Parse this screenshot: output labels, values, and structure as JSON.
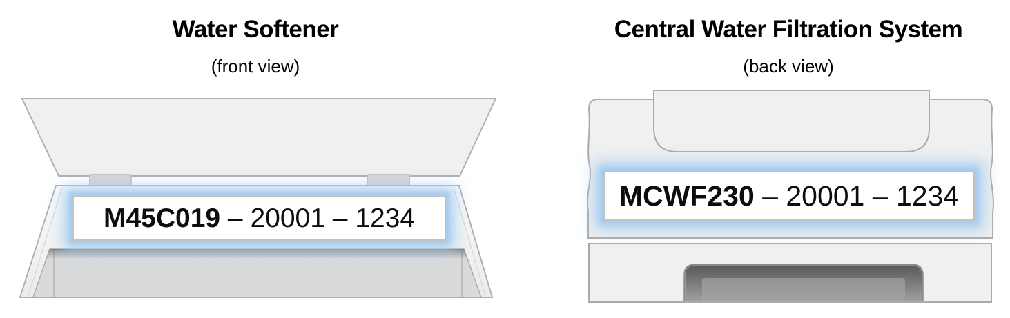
{
  "accent": {
    "glow_blue": "#a6ccef"
  },
  "water_softener": {
    "title": "Water Softener",
    "view_note": "(front view)",
    "serial": {
      "model": "M45C019",
      "rest": " – 20001 – 1234"
    }
  },
  "filtration_system": {
    "title": "Central Water Filtration System",
    "view_note": "(back view)",
    "serial": {
      "model": "MCWF230",
      "rest": " – 20001 – 1234"
    }
  }
}
